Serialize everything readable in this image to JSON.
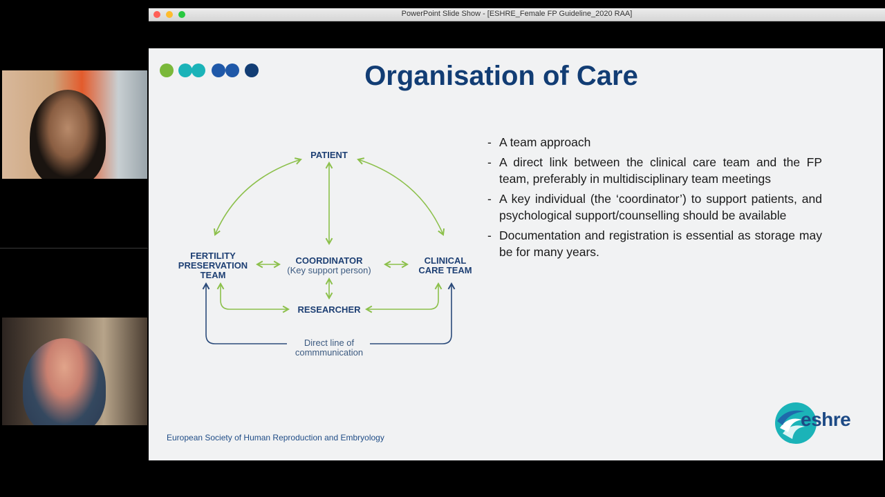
{
  "window": {
    "title": "PowerPoint Slide Show - [ESHRE_Female FP Guideline_2020 RAA]"
  },
  "slide": {
    "title": "Organisation of Care",
    "brand_colors": [
      "#7ab83a",
      "#1bb3b8",
      "#1f58a8",
      "#123d74"
    ],
    "diagram": {
      "patient": "PATIENT",
      "fertility_team": [
        "FERTILITY",
        "PRESERVATION",
        "TEAM"
      ],
      "coordinator": "COORDINATOR",
      "coordinator_sub": "(Key support person)",
      "clinical_team": [
        "CLINICAL",
        "CARE TEAM"
      ],
      "researcher": "RESEARCHER",
      "direct_line": [
        "Direct line of",
        "commmunication"
      ],
      "green_arrow_color": "#8cc04b",
      "navy_arrow_color": "#2a4a7a"
    },
    "bullets": [
      "A team approach",
      "A direct link between the clinical care team and the FP team, preferably in multidisciplinary team meetings",
      "A key individual (the ‘coordinator’) to support patients, and psychological support/counselling should be available",
      "Documentation and registration is essential as storage may be for many years."
    ],
    "footer": "European Society of Human Reproduction and Embryology",
    "logo_text": "eshre"
  }
}
